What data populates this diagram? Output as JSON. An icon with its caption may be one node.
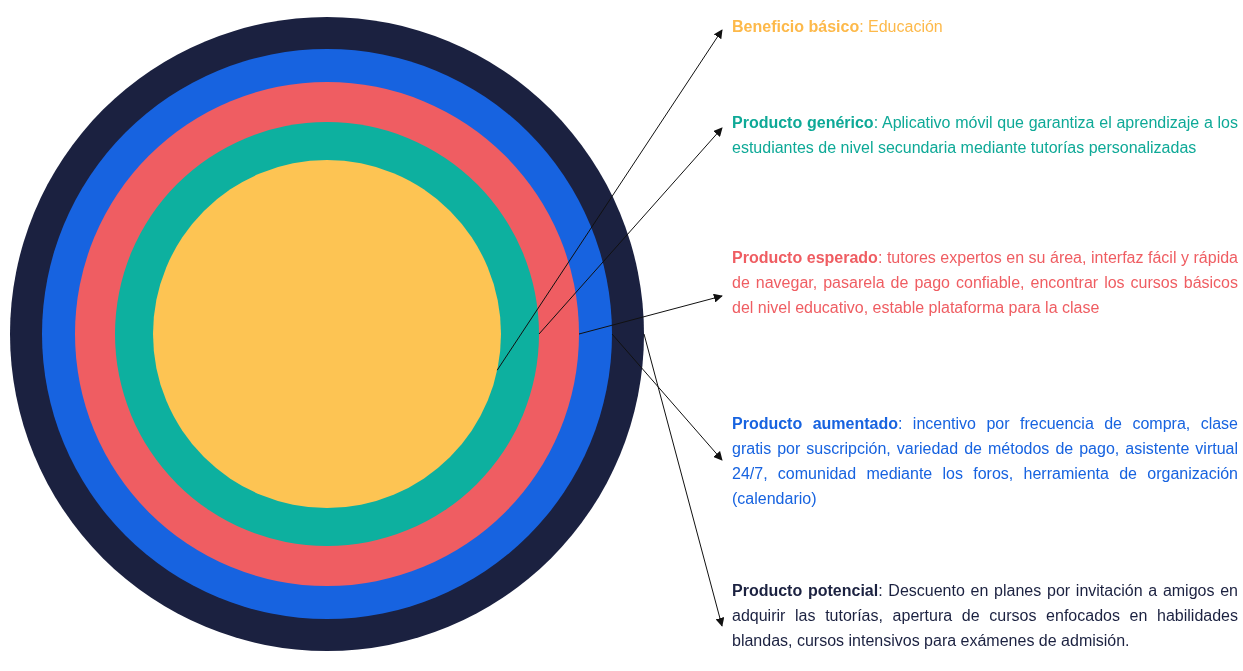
{
  "diagram": {
    "nodes": [
      {
        "text": [],
        "shape": "circle"
      },
      {
        "text": [],
        "shape": "circle",
        "in": 0
      },
      {
        "text": [],
        "shape": "circle",
        "in": 1
      },
      {
        "text": [],
        "shape": "circle",
        "in": 2
      },
      {
        "text": [],
        "shape": "circle",
        "in": 3
      },
      {
        "text": [
          "**Beneficio básico**: Educación"
        ]
      },
      {
        "text": [
          "**Producto genérico**: Aplicativo móvil que garantiza el aprendizaje a los estudiantes de nivel secundaria mediante tutorías personalizadas"
        ]
      },
      {
        "text": [
          "**Producto esperado**: tutores expertos en su área, interfaz fácil y rápida de navegar, pasarela de pago confiable, encontrar los cursos básicos del nivel educativo, estable plataforma para la clase"
        ]
      },
      {
        "text": [
          "**Producto aumentado**: incentivo por frecuencia de compra, clase gratis por suscripción, variedad de métodos de pago, asistente virtual 24/7, comunidad mediante los foros, herramienta de organización (calendario)"
        ]
      },
      {
        "text": [
          "**Producto potencial**: Descuento en planes por invitación a amigos en adquirir las tutorías, apertura de cursos enfocados en habilidades blandas, cursos intensivos para exámenes de admisión."
        ]
      }
    ],
    "edges": [
      {
        "from": 4,
        "to": 5,
        "arrow": "to"
      },
      {
        "from": 3,
        "to": 6,
        "arrow": "to"
      },
      {
        "from": 2,
        "to": 7,
        "arrow": "to"
      },
      {
        "from": 1,
        "to": 8,
        "arrow": "to"
      },
      {
        "from": 0,
        "to": 9,
        "arrow": "to"
      }
    ]
  }
}
